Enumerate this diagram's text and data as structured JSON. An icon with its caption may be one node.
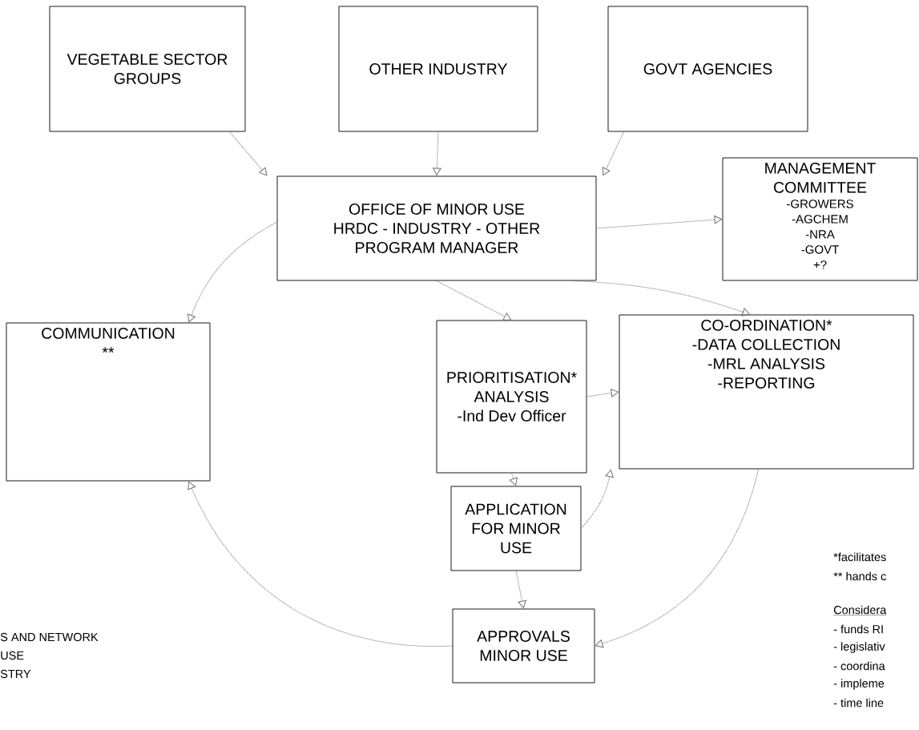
{
  "diagram": {
    "nodes": [
      {
        "text": [
          "VEGETABLE SECTOR GROUPS"
        ]
      },
      {
        "text": [
          "OTHER INDUSTRY"
        ]
      },
      {
        "text": [
          "GOVT AGENCIES"
        ]
      },
      {
        "text": [
          "OFFICE OF MINOR USE",
          "HRDC - INDUSTRY - OTHER",
          "PROGRAM MANAGER"
        ]
      },
      {
        "text": [
          "MANAGEMENT COMMITTEE",
          "-GROWERS",
          "-AGCHEM",
          "-NRA",
          "-GOVT",
          "+?"
        ]
      },
      {
        "text": [
          "COMMUNICATION",
          "**"
        ]
      },
      {
        "text": [
          "PRIORITISATION* ANALYSIS",
          "-Ind Dev Officer"
        ]
      },
      {
        "text": [
          "CO-ORDINATION*",
          "-DATA COLLECTION",
          "-MRL ANALYSIS",
          "-REPORTING"
        ]
      },
      {
        "text": [
          "APPLICATION FOR MINOR USE"
        ]
      },
      {
        "text": [
          "APPROVALS MINOR USE"
        ]
      }
    ],
    "edges": [
      {
        "from": 0,
        "to": 3,
        "arrow": "to"
      },
      {
        "from": 1,
        "to": 3,
        "arrow": "to"
      },
      {
        "from": 2,
        "to": 3,
        "arrow": "to"
      },
      {
        "from": 3,
        "to": 4,
        "arrow": "to"
      },
      {
        "from": 3,
        "to": 6,
        "arrow": "to"
      },
      {
        "from": 3,
        "to": 7,
        "arrow": "to"
      },
      {
        "from": 3,
        "to": 5,
        "arrow": "to"
      },
      {
        "from": 6,
        "to": 7,
        "arrow": "to"
      },
      {
        "from": 6,
        "to": 8,
        "arrow": "to"
      },
      {
        "from": 8,
        "to": 7,
        "arrow": "to"
      },
      {
        "from": 8,
        "to": 9,
        "arrow": "to"
      },
      {
        "from": 7,
        "to": 9,
        "arrow": "to"
      },
      {
        "from": 9,
        "to": 5,
        "arrow": "to"
      }
    ],
    "labels": [
      "S AND NETWORK",
      "USE",
      "STRY",
      "*facilitates",
      "** hands c",
      "Considera",
      "- funds RI",
      "- legislativ",
      "- coordina",
      "- impleme",
      "- time line"
    ]
  }
}
